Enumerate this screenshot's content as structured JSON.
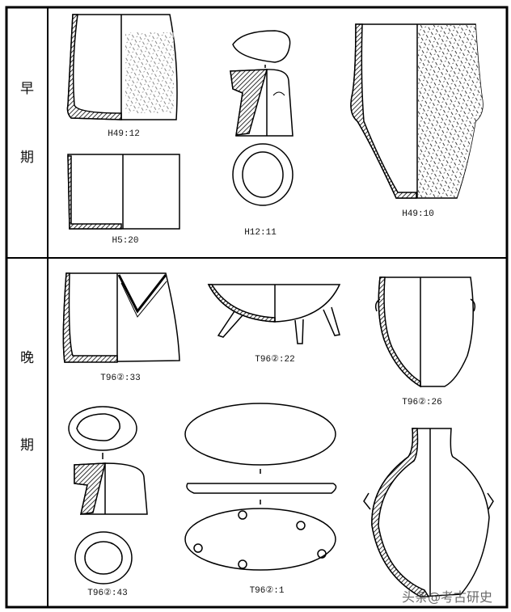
{
  "periods": {
    "early": {
      "char1": "早",
      "char2": "期"
    },
    "late": {
      "char1": "晚",
      "char2": "期"
    }
  },
  "specimens": {
    "h49_12": "H49:12",
    "h5_20": "H5:20",
    "h12_11": "H12:11",
    "h49_10": "H49:10",
    "t96_33": "T96②:33",
    "t96_22": "T96②:22",
    "t96_26": "T96②:26",
    "t96_43": "T96②:43",
    "t96_1": "T96②:1"
  },
  "watermark": "头条@考古研史"
}
